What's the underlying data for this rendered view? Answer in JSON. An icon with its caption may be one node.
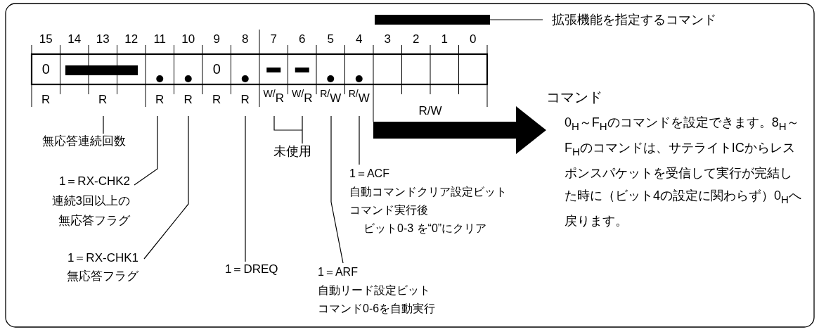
{
  "diagram": {
    "nodes": [
      {
        "text": [],
        "shape": "bar"
      },
      {
        "text": [
          "拡張機能を指定するコマンド"
        ]
      },
      {
        "text": [
          "無応答連続回数"
        ]
      },
      {
        "text": [
          "1＝RX-CHK2",
          "連続3回以上の無応答フラグ"
        ]
      },
      {
        "text": [
          "未使用"
        ]
      },
      {
        "text": [
          "1＝ACF",
          "自動コマンドクリア設定ビット",
          "コマンド実行後",
          "ビット0-3 を“0”にクリア"
        ]
      },
      {
        "text": [
          "1＝RX-CHK1",
          "無応答フラグ"
        ]
      },
      {
        "text": [
          "1＝DREQ"
        ]
      },
      {
        "text": [
          "1＝ARF",
          "自動リード設定ビット",
          "コマンド0-6を自動実行"
        ]
      },
      {
        "text": [
          "コマンド",
          "0$_{H}$～F$_{H}$のコマンドを設定できます。8$_{H}$～F$_{H}$のコマンドは、サテライトICからレスポンスパケットを受信して実行が完結した時に（ビット4の設定に関わらず）0$_{H}$へ戻ります。"
        ]
      }
    ],
    "edges": [
      {
        "from": 1,
        "to": 0,
        "arrow": "none"
      },
      {
        "from": 2,
        "to": null,
        "arrow": "none"
      },
      {
        "from": 3,
        "to": null,
        "arrow": "none"
      },
      {
        "from": 4,
        "to": null,
        "arrow": "none"
      },
      {
        "from": 5,
        "to": null,
        "arrow": "none"
      },
      {
        "from": 6,
        "to": null,
        "arrow": "none"
      },
      {
        "from": 7,
        "to": null,
        "arrow": "none"
      },
      {
        "from": 8,
        "to": null,
        "arrow": "none"
      },
      {
        "from": null,
        "to": 9,
        "arrow": "to"
      }
    ],
    "labels": [
      "15",
      "14",
      "13",
      "12",
      "11",
      "10",
      "9",
      "8",
      "7",
      "6",
      "5",
      "4",
      "3",
      "2",
      "1",
      "0",
      "0",
      "0",
      "R",
      "R",
      "R",
      "R",
      "R",
      "R",
      "$^{W/}$R",
      "$^{W/}$R",
      "$^{R/}$W",
      "$^{R/}$W",
      "R/W"
    ]
  }
}
